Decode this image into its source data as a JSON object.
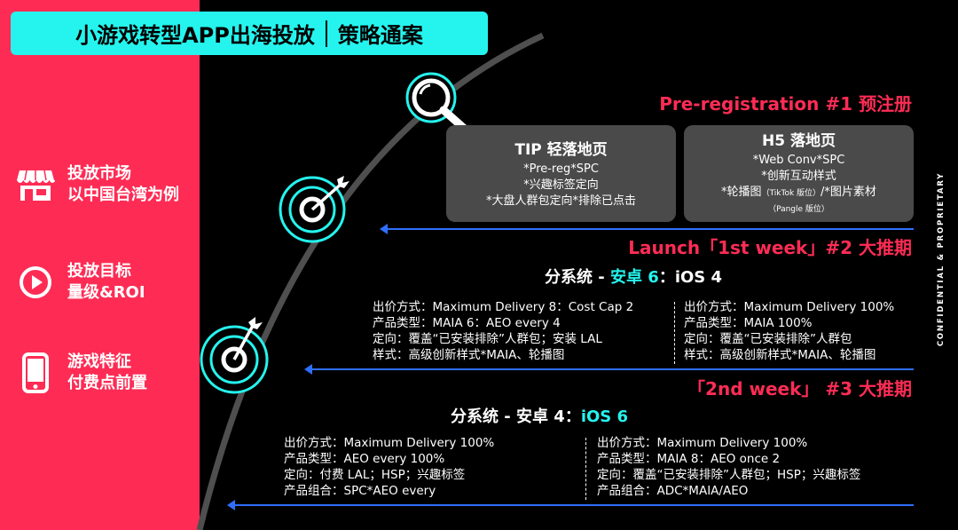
{
  "header": {
    "title_left": "小游戏转型APP出海投放",
    "title_right": "策略通案"
  },
  "sidebar": {
    "items": [
      {
        "icon": "storefront-icon",
        "line1": "投放市场",
        "line2": "以中国台湾为例"
      },
      {
        "icon": "play-circle-icon",
        "line1": "投放目标",
        "line2": "量级&ROI"
      },
      {
        "icon": "smartphone-icon",
        "line1": "游戏特征",
        "line2": "付费点前置"
      }
    ]
  },
  "vertical_label": "CONFIDENTIAL & PROPRIETARY",
  "phase1": {
    "title": "Pre-registration #1 预注册",
    "cards": [
      {
        "heading": "TIP 轻落地页",
        "lines": [
          "*Pre-reg*SPC",
          "*兴趣标签定向",
          "*大盘人群包定向*排除已点击"
        ]
      },
      {
        "heading": "H5 落地页",
        "lines": [
          "*Web Conv*SPC",
          "*创新互动样式",
          "*轮播图"
        ],
        "line3_small": "（TikTok 版位）",
        "line3_tail": "/*图片素材",
        "line4_small": "（Pangle 版位）"
      }
    ]
  },
  "phase2": {
    "title": "Launch「1st week」#2 大推期",
    "split": {
      "prefix": "分系统 - ",
      "android": "安卓 6",
      "mid": "：",
      "ios": "iOS 4"
    },
    "left": [
      "出价方式：Maximum Delivery 8：Cost Cap 2",
      "产品类型：MAIA 6：AEO every 4",
      "定向：覆盖“已安装排除”人群包；安装 LAL",
      "样式：高级创新样式*MAIA、轮播图"
    ],
    "right": [
      "出价方式：Maximum Delivery 100%",
      "产品类型：MAIA 100%",
      "定向：覆盖“已安装排除”人群包",
      "样式：高级创新样式*MAIA、轮播图"
    ]
  },
  "phase3": {
    "title": "「2nd week」 #3 大推期",
    "split": {
      "prefix": "分系统 - ",
      "android": "安卓 4",
      "mid": "：",
      "ios": "iOS 6"
    },
    "left": [
      "出价方式：Maximum Delivery 100%",
      "产品类型：AEO every 100%",
      "定向：付费 LAL；HSP；兴趣标签",
      "产品组合：SPC*AEO every"
    ],
    "right": [
      "出价方式：Maximum Delivery 100%",
      "产品类型：MAIA 8：AEO once 2",
      "定向：覆盖“已安装排除”人群包；HSP；兴趣标签",
      "产品组合：ADC*MAIA/AEO"
    ]
  },
  "colors": {
    "accent_red": "#fe2c55",
    "accent_cyan": "#25f4ee",
    "arrow_blue": "#2f6fff",
    "card_gray": "#4a4a4a"
  }
}
